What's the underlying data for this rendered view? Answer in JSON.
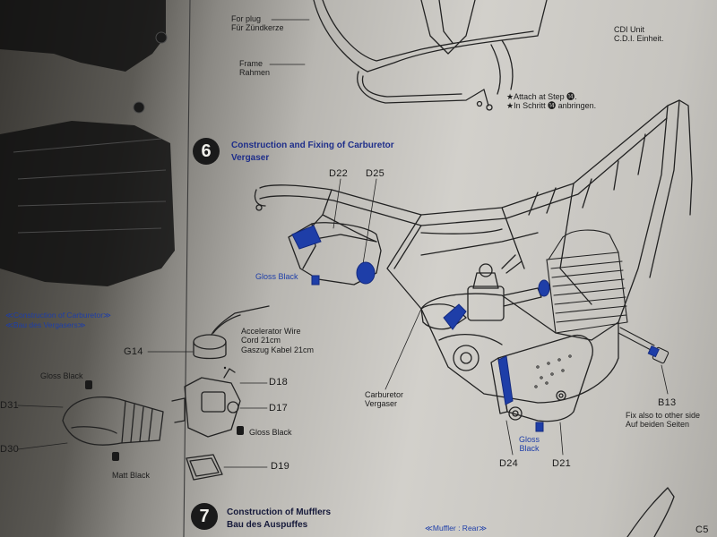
{
  "labels": {
    "for_plug": {
      "en": "For plug",
      "de": "Für Zündkerze"
    },
    "frame": {
      "en": "Frame",
      "de": "Rahmen"
    },
    "cdi_unit": {
      "en": "CDI Unit",
      "de": "C.D.I. Einheit."
    },
    "attach_step": {
      "en": "★Attach at Step ⓮.",
      "de": "★In Schritt ⓮ anbringen."
    },
    "accelerator_wire": {
      "l1": "Accelerator Wire",
      "l2": "Cord 21cm",
      "l3": "Gaszug Kabel 21cm"
    },
    "carburetor": {
      "en": "Carburetor",
      "de": "Vergaser"
    },
    "fix_also": {
      "en": "Fix also to other side",
      "de": "Auf beiden Seiten"
    }
  },
  "paints": {
    "gloss_black_left": "Gloss Black",
    "gloss_black_frame": "Gloss Black",
    "gloss_black_carb": "Gloss Black",
    "gloss_black_bottom": {
      "l1": "Gloss",
      "l2": "Black"
    },
    "matt_black": "Matt Black"
  },
  "parts": {
    "d22": "D22",
    "d25": "D25",
    "g14": "G14",
    "d18": "D18",
    "d17": "D17",
    "d19": "D19",
    "d31": "D31",
    "d30": "D30",
    "b13": "B13",
    "d24": "D24",
    "d21": "D21",
    "c5": "C5"
  },
  "steps": [
    {
      "number": "6",
      "title_en": "Construction and Fixing of Carburetor",
      "title_de": "Vergaser"
    },
    {
      "number": "7",
      "title_en": "Construction of Mufflers",
      "title_de": "Bau des Auspuffes"
    }
  ],
  "sections": {
    "carb_construction": {
      "en": "≪Construction of Carburetor≫",
      "de": "≪Bau des Vergasers≫"
    },
    "muffler_rear": "≪Muffler : Rear≫"
  },
  "colors": {
    "accent_blue": "#1e3ea8",
    "line": "#222222"
  }
}
